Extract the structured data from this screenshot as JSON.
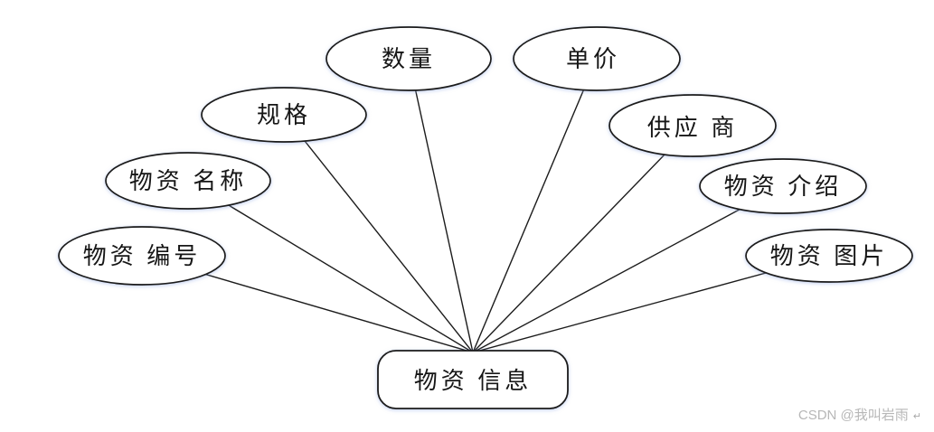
{
  "diagram": {
    "entity": {
      "label": "物资 信息"
    },
    "attributes": [
      {
        "label": "物资 编号"
      },
      {
        "label": "物资 名称"
      },
      {
        "label": "规格"
      },
      {
        "label": "数量"
      },
      {
        "label": "单价"
      },
      {
        "label": "供应 商"
      },
      {
        "label": "物资 介绍"
      },
      {
        "label": "物资 图片"
      }
    ]
  },
  "watermark": {
    "text": "CSDN @我叫岩雨",
    "return_mark": "↵"
  }
}
